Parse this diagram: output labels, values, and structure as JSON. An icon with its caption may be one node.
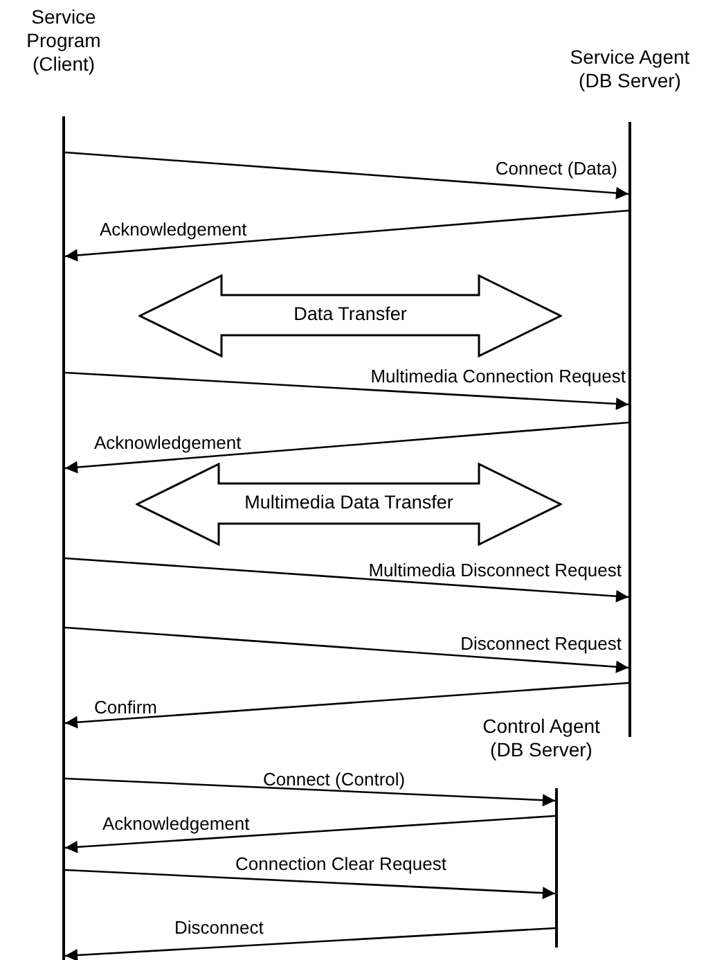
{
  "diagram": {
    "nodes": [
      {
        "text": [
          "Service Program (Client)"
        ]
      },
      {
        "text": [
          "Service Agent (DB Server)"
        ]
      },
      {
        "text": [
          "Data Transfer"
        ]
      },
      {
        "text": [
          "Multimedia Data Transfer"
        ]
      },
      {
        "text": [
          "Control Agent (DB Server)"
        ]
      }
    ],
    "edges": [
      {
        "from": 0,
        "to": 1,
        "arrow": "to",
        "label": "Connect (Data)"
      },
      {
        "from": 1,
        "to": 0,
        "arrow": "to",
        "label": "Acknowledgement"
      },
      {
        "from": 0,
        "to": 1,
        "arrow": "to",
        "label": "Multimedia Connection Request"
      },
      {
        "from": 1,
        "to": 0,
        "arrow": "to",
        "label": "Acknowledgement"
      },
      {
        "from": 0,
        "to": 1,
        "arrow": "to",
        "label": "Multimedia Disconnect Request"
      },
      {
        "from": 0,
        "to": 1,
        "arrow": "to",
        "label": "Disconnect Request"
      },
      {
        "from": 1,
        "to": 0,
        "arrow": "to",
        "label": "Confirm"
      },
      {
        "from": 0,
        "to": 4,
        "arrow": "to",
        "label": "Connect (Control)"
      },
      {
        "from": 4,
        "to": 0,
        "arrow": "to",
        "label": "Acknowledgement"
      },
      {
        "from": 0,
        "to": 4,
        "arrow": "to",
        "label": "Connection Clear Request"
      },
      {
        "from": 4,
        "to": 0,
        "arrow": "to",
        "label": "Disconnect"
      }
    ]
  }
}
